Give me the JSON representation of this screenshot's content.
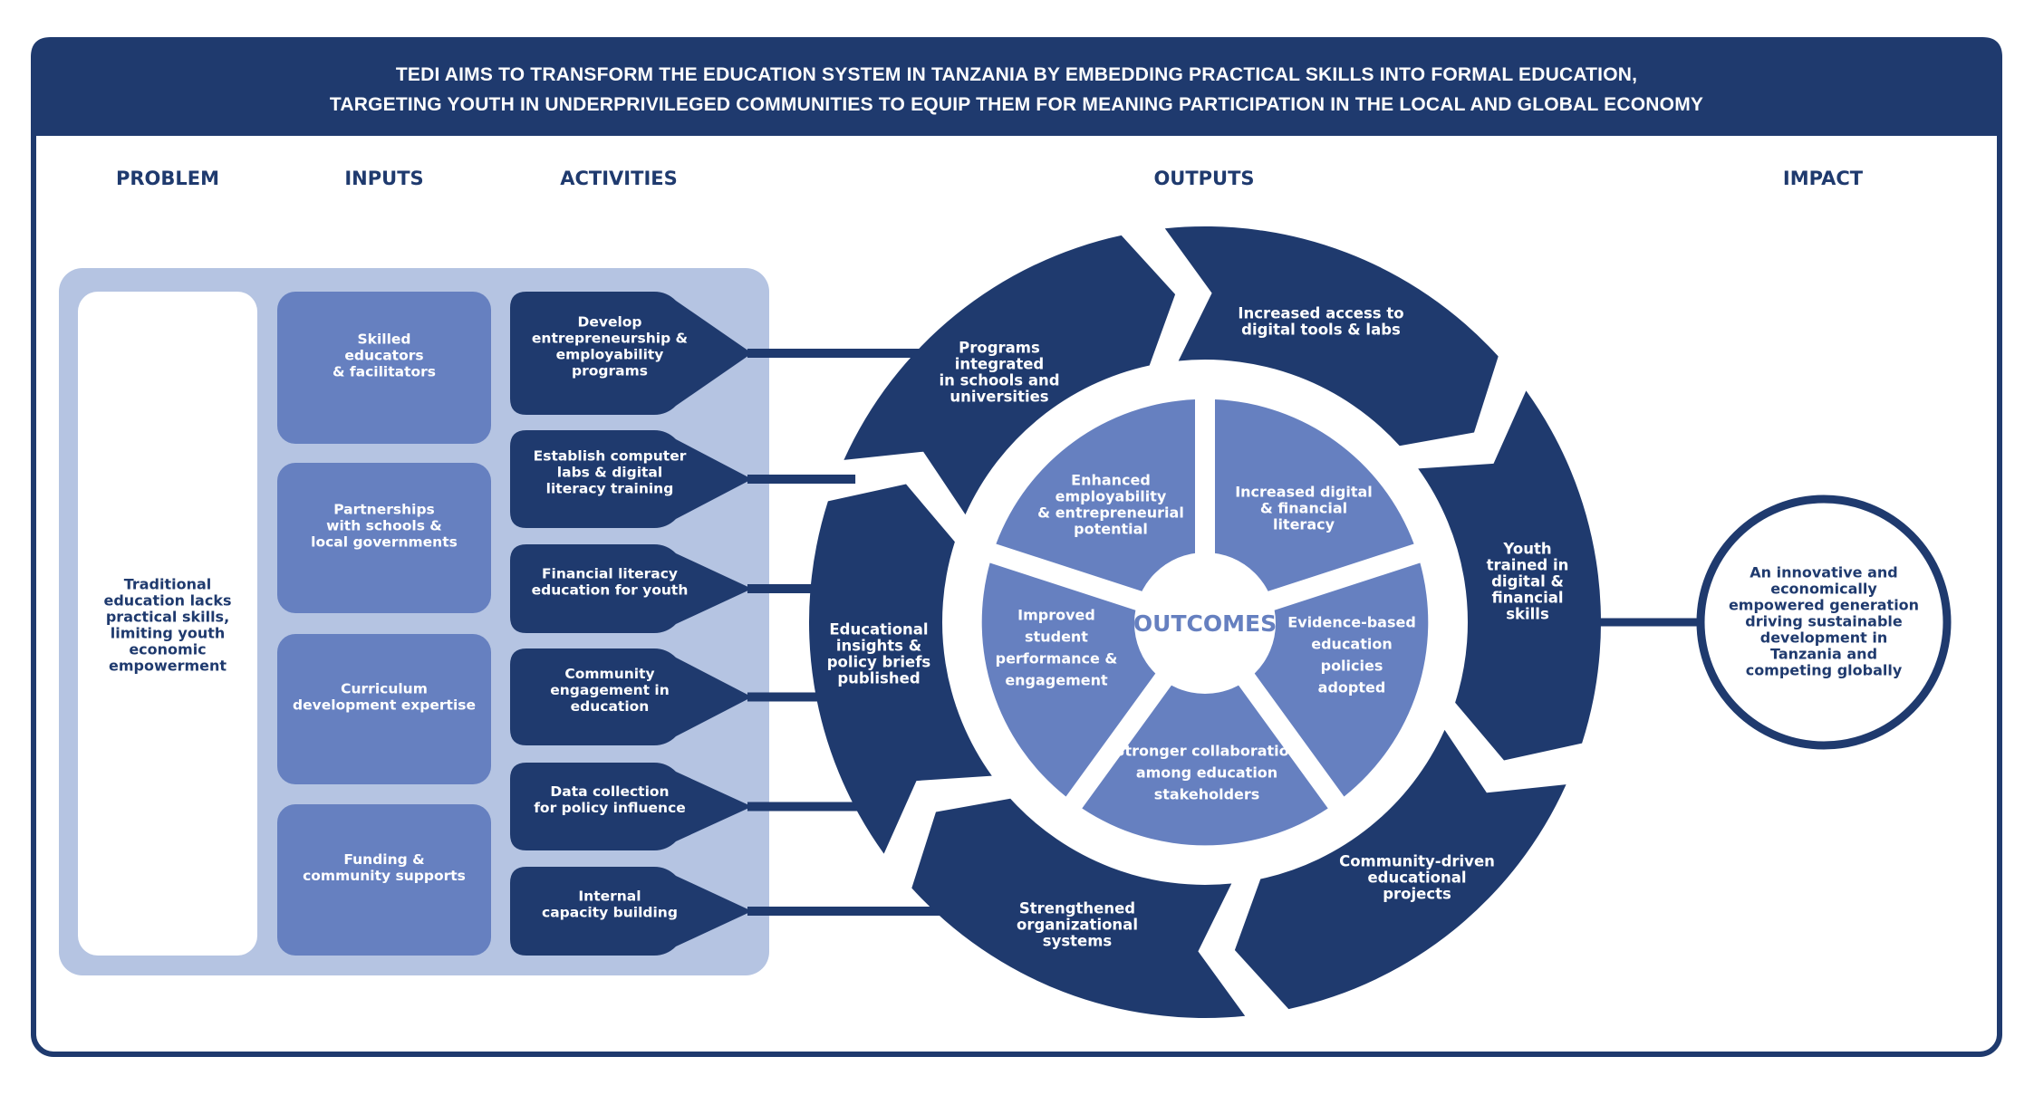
{
  "colors": {
    "navy": "#1f3a6e",
    "mid_blue": "#6680c0",
    "light_panel": "#b5c4e2",
    "white": "#ffffff"
  },
  "header": {
    "lines": [
      "TEDI AIMS TO TRANSFORM THE EDUCATION SYSTEM IN TANZANIA BY EMBEDDING PRACTICAL SKILLS INTO FORMAL EDUCATION,",
      "TARGETING YOUTH IN UNDERPRIVILEGED COMMUNITIES TO EQUIP THEM FOR MEANING PARTICIPATION IN THE LOCAL AND GLOBAL ECONOMY"
    ]
  },
  "columns": {
    "problem": "PROBLEM",
    "inputs": "INPUTS",
    "activities": "ACTIVITIES",
    "outputs": "OUTPUTS",
    "impact": "IMPACT"
  },
  "problem": {
    "lines": [
      "Traditional",
      "education lacks",
      "practical skills,",
      "limiting youth",
      "economic",
      "empowerment"
    ]
  },
  "inputs": [
    {
      "lines": [
        "Skilled",
        "educators",
        "& facilitators"
      ]
    },
    {
      "lines": [
        "Partnerships",
        "with schools &",
        "local governments"
      ]
    },
    {
      "lines": [
        "Curriculum",
        "development expertise"
      ]
    },
    {
      "lines": [
        "Funding &",
        "community supports"
      ]
    }
  ],
  "activities": [
    {
      "lines": [
        "Develop",
        "entrepreneurship &",
        "employability",
        "programs"
      ]
    },
    {
      "lines": [
        "Establish computer",
        "labs & digital",
        "literacy training"
      ]
    },
    {
      "lines": [
        "Financial literacy",
        "education for youth"
      ]
    },
    {
      "lines": [
        "Community",
        "engagement in",
        "education"
      ]
    },
    {
      "lines": [
        "Data collection",
        "for policy influence"
      ]
    },
    {
      "lines": [
        "Internal",
        "capacity building"
      ]
    }
  ],
  "outputs": [
    {
      "lines": [
        "Programs",
        "integrated",
        "in schools and",
        "universities"
      ]
    },
    {
      "lines": [
        "Increased access to",
        "digital tools & labs"
      ]
    },
    {
      "lines": [
        "Youth",
        "trained in",
        "digital &",
        "financial",
        "skills"
      ]
    },
    {
      "lines": [
        "Community-driven",
        "educational",
        "projects"
      ]
    },
    {
      "lines": [
        "Strengthened",
        "organizational",
        "systems"
      ]
    },
    {
      "lines": [
        "Educational",
        "insights &",
        "policy briefs",
        "published"
      ]
    }
  ],
  "outcomes": {
    "center_label": "OUTCOMES",
    "items": [
      {
        "lines": [
          "Enhanced",
          "employability",
          "& entrepreneurial",
          "potential"
        ]
      },
      {
        "lines": [
          "Increased digital",
          "& financial",
          "literacy"
        ]
      },
      {
        "lines": [
          "Evidence-based",
          "education",
          "policies",
          "adopted"
        ]
      },
      {
        "lines": [
          "Stronger collaboration",
          "among education",
          "stakeholders"
        ]
      },
      {
        "lines": [
          "Improved",
          "student",
          "performance &",
          "engagement"
        ]
      }
    ]
  },
  "impact": {
    "lines": [
      "An innovative and",
      "economically",
      "empowered generation",
      "driving sustainable",
      "development in",
      "Tanzania and",
      "competing globally"
    ]
  }
}
